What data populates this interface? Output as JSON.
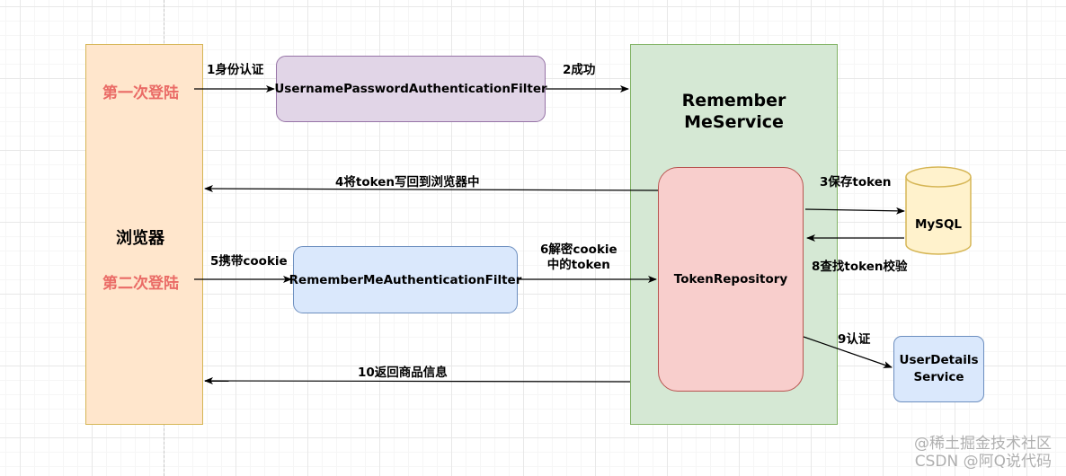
{
  "browser": {
    "label": "浏览器",
    "first_login": "第一次登陆",
    "second_login": "第二次登陆"
  },
  "filters": {
    "username_password": "UsernamePasswordAuthenticationFilter",
    "remember_me": "RememberMeAuthenticationFilter"
  },
  "remember_me_service": {
    "title_line1": "Remember",
    "title_line2": "MeService",
    "token_repository": "TokenRepository"
  },
  "mysql": {
    "label": "MySQL"
  },
  "user_details_service": {
    "line1": "UserDetails",
    "line2": "Service"
  },
  "steps": {
    "s1": "1身份认证",
    "s2": "2成功",
    "s3": "3保存token",
    "s4": "4将token写回到浏览器中",
    "s5": "5携带cookie",
    "s6_line1": "6解密cookie",
    "s6_line2": "中的token",
    "s8": "8查找token校验",
    "s9": "9认证",
    "s10": "10返回商品信息"
  },
  "watermark": {
    "line1": "@稀土掘金技术社区",
    "line2": "CSDN @阿Q说代码"
  },
  "colors": {
    "browser_fill": "#ffe6cc",
    "service_fill": "#d5e8d4",
    "purple_fill": "#e1d5e7",
    "blue_fill": "#dae8fc",
    "red_fill": "#f8cecc",
    "mysql_fill": "#fff2cc",
    "highlight_text": "#ea6b66"
  }
}
